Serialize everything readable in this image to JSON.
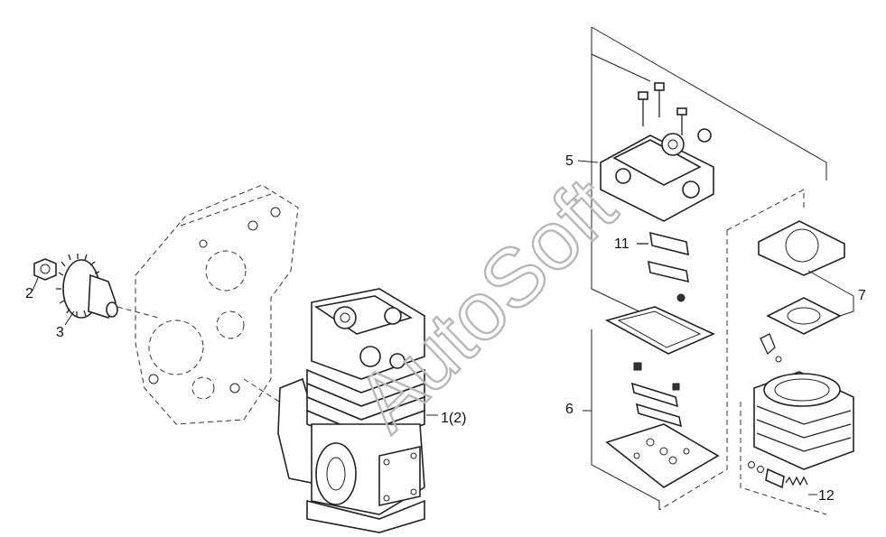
{
  "labels": {
    "p1": "1(2)",
    "p2": "2",
    "p3": "3",
    "p5": "5",
    "p6": "6",
    "p7": "7",
    "p11": "11",
    "p12": "12"
  },
  "watermark": "AutoSoft"
}
